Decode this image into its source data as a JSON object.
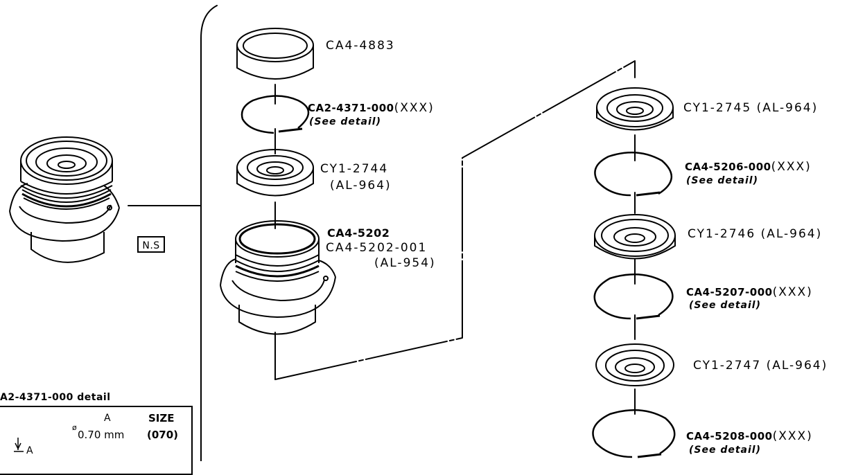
{
  "figure": {
    "assembly_label": "N.S",
    "parts": [
      {
        "part_number": "CA4-4883",
        "material": ""
      },
      {
        "part_number": "CA2-4371-000",
        "material": "(XXX)",
        "note": "(See detail)"
      },
      {
        "part_number": "CY1-2744",
        "material": "(AL-964)"
      },
      {
        "part_number": "CA4-5202",
        "alt_part_number": "CA4-5202-001",
        "material": "(AL-954)"
      },
      {
        "part_number": "CY1-2745",
        "material": "(AL-964)"
      },
      {
        "part_number": "CA4-5206-000",
        "material": "(XXX)",
        "note": "(See detail)"
      },
      {
        "part_number": "CY1-2746",
        "material": "(AL-964)"
      },
      {
        "part_number": "CA4-5207-000",
        "material": "(XXX)",
        "note": "(See detail)"
      },
      {
        "part_number": "CY1-2747",
        "material": "(AL-964)"
      },
      {
        "part_number": "CA4-5208-000",
        "material": "(XXX)",
        "note": "(See detail)"
      }
    ],
    "detail": {
      "title": "A2-4371-000  detail",
      "col_a": "A",
      "col_size": "SIZE",
      "dim_symbol": "ø",
      "value": "0.70 mm",
      "size": "(070)",
      "dim_label": "A"
    }
  }
}
